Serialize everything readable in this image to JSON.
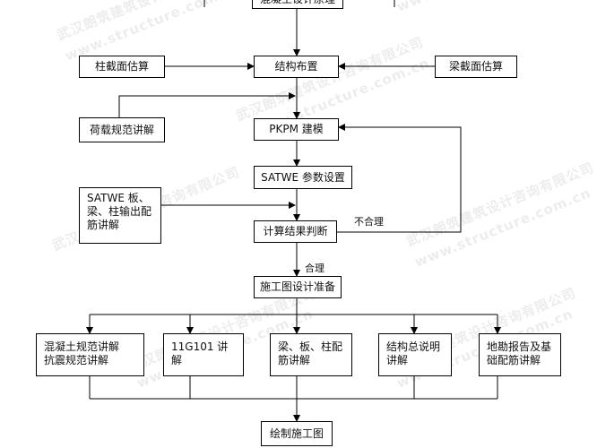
{
  "boxes": {
    "top": "混凝土设计原理",
    "column_est": "柱截面估算",
    "structure_layout": "结构布置",
    "beam_est": "梁截面估算",
    "load_spec": "荷载规范讲解",
    "pkpm": "PKPM 建模",
    "satwe_params": "SATWE  参数设置",
    "satwe_output": "SATWE  板、\n梁、柱输出配\n筋讲解",
    "calc_check": "计算结果判断",
    "construction_prep": "施工图设计准备",
    "concrete_spec": "混凝土规范讲解\n抗震规范讲解",
    "g101": "11G101 讲解",
    "rebar": "梁、板、柱配\n筋讲解",
    "general_notes": "结构总说明\n讲解",
    "geo_report": "地勘报告及基\n础配筋讲解",
    "draw": "绘制施工图"
  },
  "labels": {
    "unreasonable": "不合理",
    "reasonable": "合理"
  },
  "watermark": {
    "company": "武汉朗筑建筑设计咨询有限公司",
    "url": "www.structure.com.cn"
  }
}
